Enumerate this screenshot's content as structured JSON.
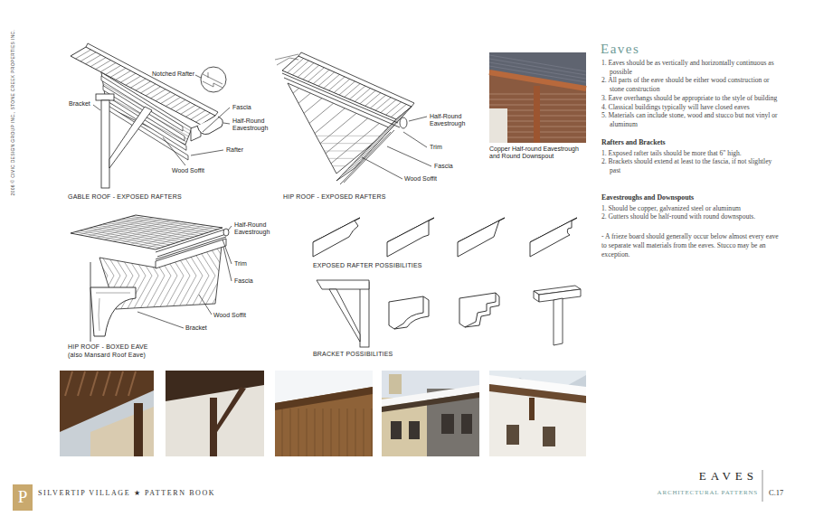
{
  "diagram": {
    "title": "Eaves",
    "labels": [
      "2006 © CIVIC DESIGN GROUP INC., STONE CREEK PROPERTIES INC.",
      "Bracket",
      "Notched Rafter",
      "Fascia",
      "Half-Round Eavestrough",
      "Rafter",
      "Wood Soffit",
      "GABLE ROOF - EXPOSED RAFTERS",
      "Half-Round Eavestrough",
      "Trim",
      "Fascia",
      "Wood Soffit",
      "HIP ROOF - EXPOSED RAFTERS",
      "Copper Half-round Eavestrough and Round Downspout",
      "Half-Round Eavestrough",
      "Trim",
      "Fascia",
      "Wood Soffit",
      "Bracket",
      "HIP ROOF - BOXED EAVE (also Mansard Roof Eave)",
      "EXPOSED RAFTER POSSIBILITIES",
      "BRACKET POSSIBILITIES",
      "1. Eaves should be as vertically and horizontally continuous as possible",
      "2. All parts of the eave should be either wood construction or stone construction",
      "3. Eave overhangs should be appropriate to the style of building",
      "4. Classical buildings typically will have closed eaves",
      "5. Materials can include stone, wood and stucco but not vinyl or aluminum",
      "Rafters and Brackets",
      "1. Exposed rafter tails should be more that 6\" high.",
      "2. Brackets should extend at least to the fascia, if not slightley past",
      "Eavestroughs and Downspouts",
      "1. Should be copper, galvanized steel or aluminum",
      "2. Gutters should be half-round with round downspouts.",
      "- A frieze board should generally occur below almost every eave to separate wall materials from the eaves. Stucco may be an exception.",
      "P",
      "SILVERTIP VILLAGE ★ PATTERN BOOK",
      "EAVES",
      "ARCHITECTURAL PATTERNS",
      "C.17"
    ]
  }
}
